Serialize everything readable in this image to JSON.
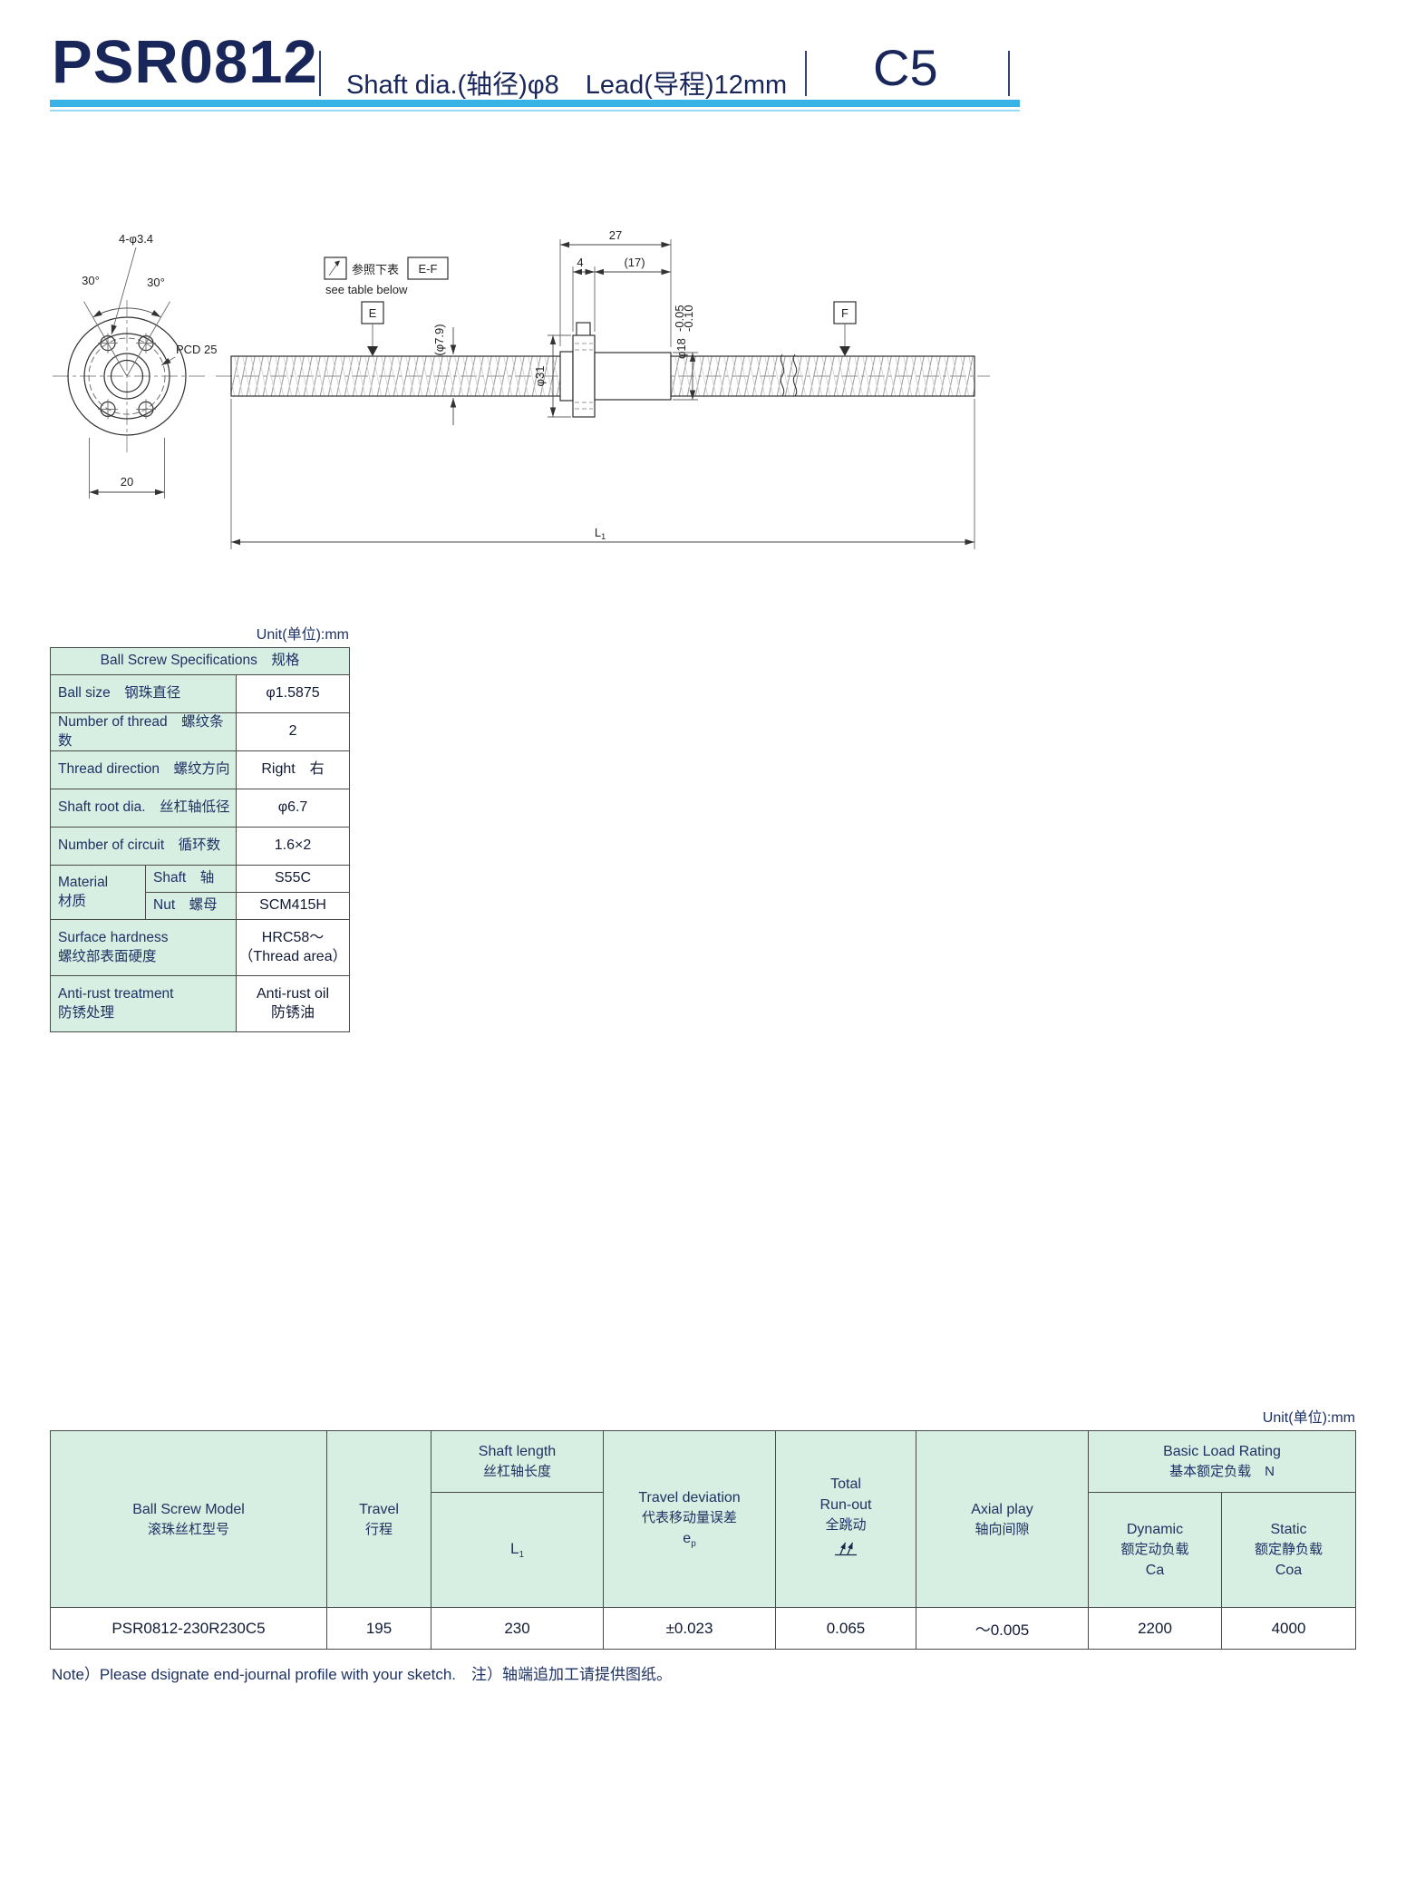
{
  "header": {
    "title": "PSR0812",
    "subtitle": "Shaft dia.(轴径)φ8　Lead(导程)12mm",
    "grade": "C5"
  },
  "drawing": {
    "labels": {
      "holes": "4-φ3.4",
      "angle": "30°",
      "pcd": "PCD 25",
      "flange_width": "20",
      "nut_length": "27",
      "flange_thickness": "4",
      "body_length": "(17)",
      "nut_od": "φ31",
      "shaft_od": "(φ7.9)",
      "spigot_od": "φ18",
      "tol_upper": "-0.05",
      "tol_lower": "-0.10",
      "datum_e": "E",
      "datum_f": "F",
      "ef_ref": "E-F",
      "ref_cn": "参照下表",
      "ref_en": "see table below",
      "len_main": "L",
      "len_sub": "1"
    }
  },
  "spec_table": {
    "unit": "Unit(单位):mm",
    "title": "Ball Screw Specifications　规格",
    "rows": [
      {
        "label": "Ball size　钢珠直径",
        "value": "φ1.5875"
      },
      {
        "label": "Number of thread　螺纹条数",
        "value": "2"
      },
      {
        "label": "Thread direction　螺纹方向",
        "value": "Right　右"
      },
      {
        "label": "Shaft root dia.　丝杠轴低径",
        "value": "φ6.7"
      },
      {
        "label": "Number of circuit　循环数",
        "value": "1.6×2"
      }
    ],
    "material": {
      "en": "Material",
      "cn": "材质",
      "rows": [
        {
          "label": "Shaft　轴",
          "value": "S55C"
        },
        {
          "label": "Nut　螺母",
          "value": "SCM415H"
        }
      ]
    },
    "surface": {
      "en": "Surface hardness",
      "cn": "螺纹部表面硬度",
      "v1": "HRC58～",
      "v2": "（Thread area）"
    },
    "antirust": {
      "en": "Anti-rust treatment",
      "cn": "防锈处理",
      "v1": "Anti-rust oil",
      "v2": "防锈油"
    }
  },
  "model_table": {
    "unit": "Unit(单位):mm",
    "headers": {
      "model": {
        "en": "Ball Screw Model",
        "cn": "滚珠丝杠型号"
      },
      "travel": {
        "en": "Travel",
        "cn": "行程"
      },
      "shaft_length": {
        "en": "Shaft length",
        "cn": "丝杠轴长度",
        "sym_main": "L",
        "sym_sub": "1"
      },
      "deviation": {
        "en": "Travel deviation",
        "cn": "代表移动量误差",
        "sym_main": "e",
        "sym_sub": "p"
      },
      "runout": {
        "en1": "Total",
        "en2": "Run-out",
        "cn": "全跳动"
      },
      "axial": {
        "en": "Axial play",
        "cn": "轴向间隙"
      },
      "load": {
        "en": "Basic Load Rating",
        "cn": "基本额定负载　N"
      },
      "dynamic": {
        "en": "Dynamic",
        "cn": "额定动负载",
        "sym": "Ca"
      },
      "static": {
        "en": "Static",
        "cn": "额定静负载",
        "sym": "Coa"
      }
    },
    "row": {
      "model": "PSR0812-230R230C5",
      "travel": "195",
      "shaft_length": "230",
      "deviation": "±0.023",
      "runout": "0.065",
      "axial": "～0.005",
      "dynamic": "2200",
      "static": "4000"
    }
  },
  "note": "Note）Please dsignate end-journal profile with your sketch.　注）轴端追加工请提供图纸。",
  "colors": {
    "accent_cyan": "#39b2e5",
    "navy": "#1e3263",
    "table_header_bg": "#d7eee2"
  }
}
